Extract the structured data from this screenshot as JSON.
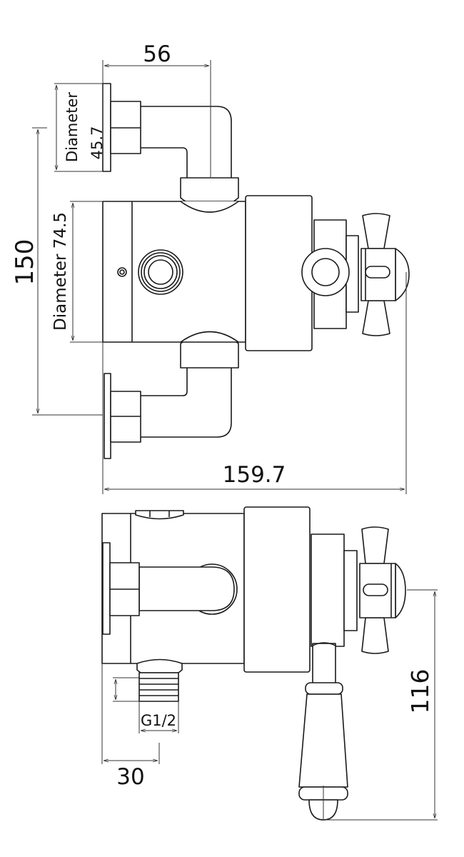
{
  "dimensions": {
    "top_width": "56",
    "inlet_diameter_label": "Diameter",
    "inlet_diameter_value": "45.7",
    "body_diameter": "Diameter 74.5",
    "inlet_centres": "150",
    "overall_depth": "159.7",
    "outlet_thread": "G1/2",
    "outlet_offset": "30",
    "lever_height": "116"
  },
  "colors": {
    "line": "#1a1a1a",
    "background": "#ffffff"
  }
}
